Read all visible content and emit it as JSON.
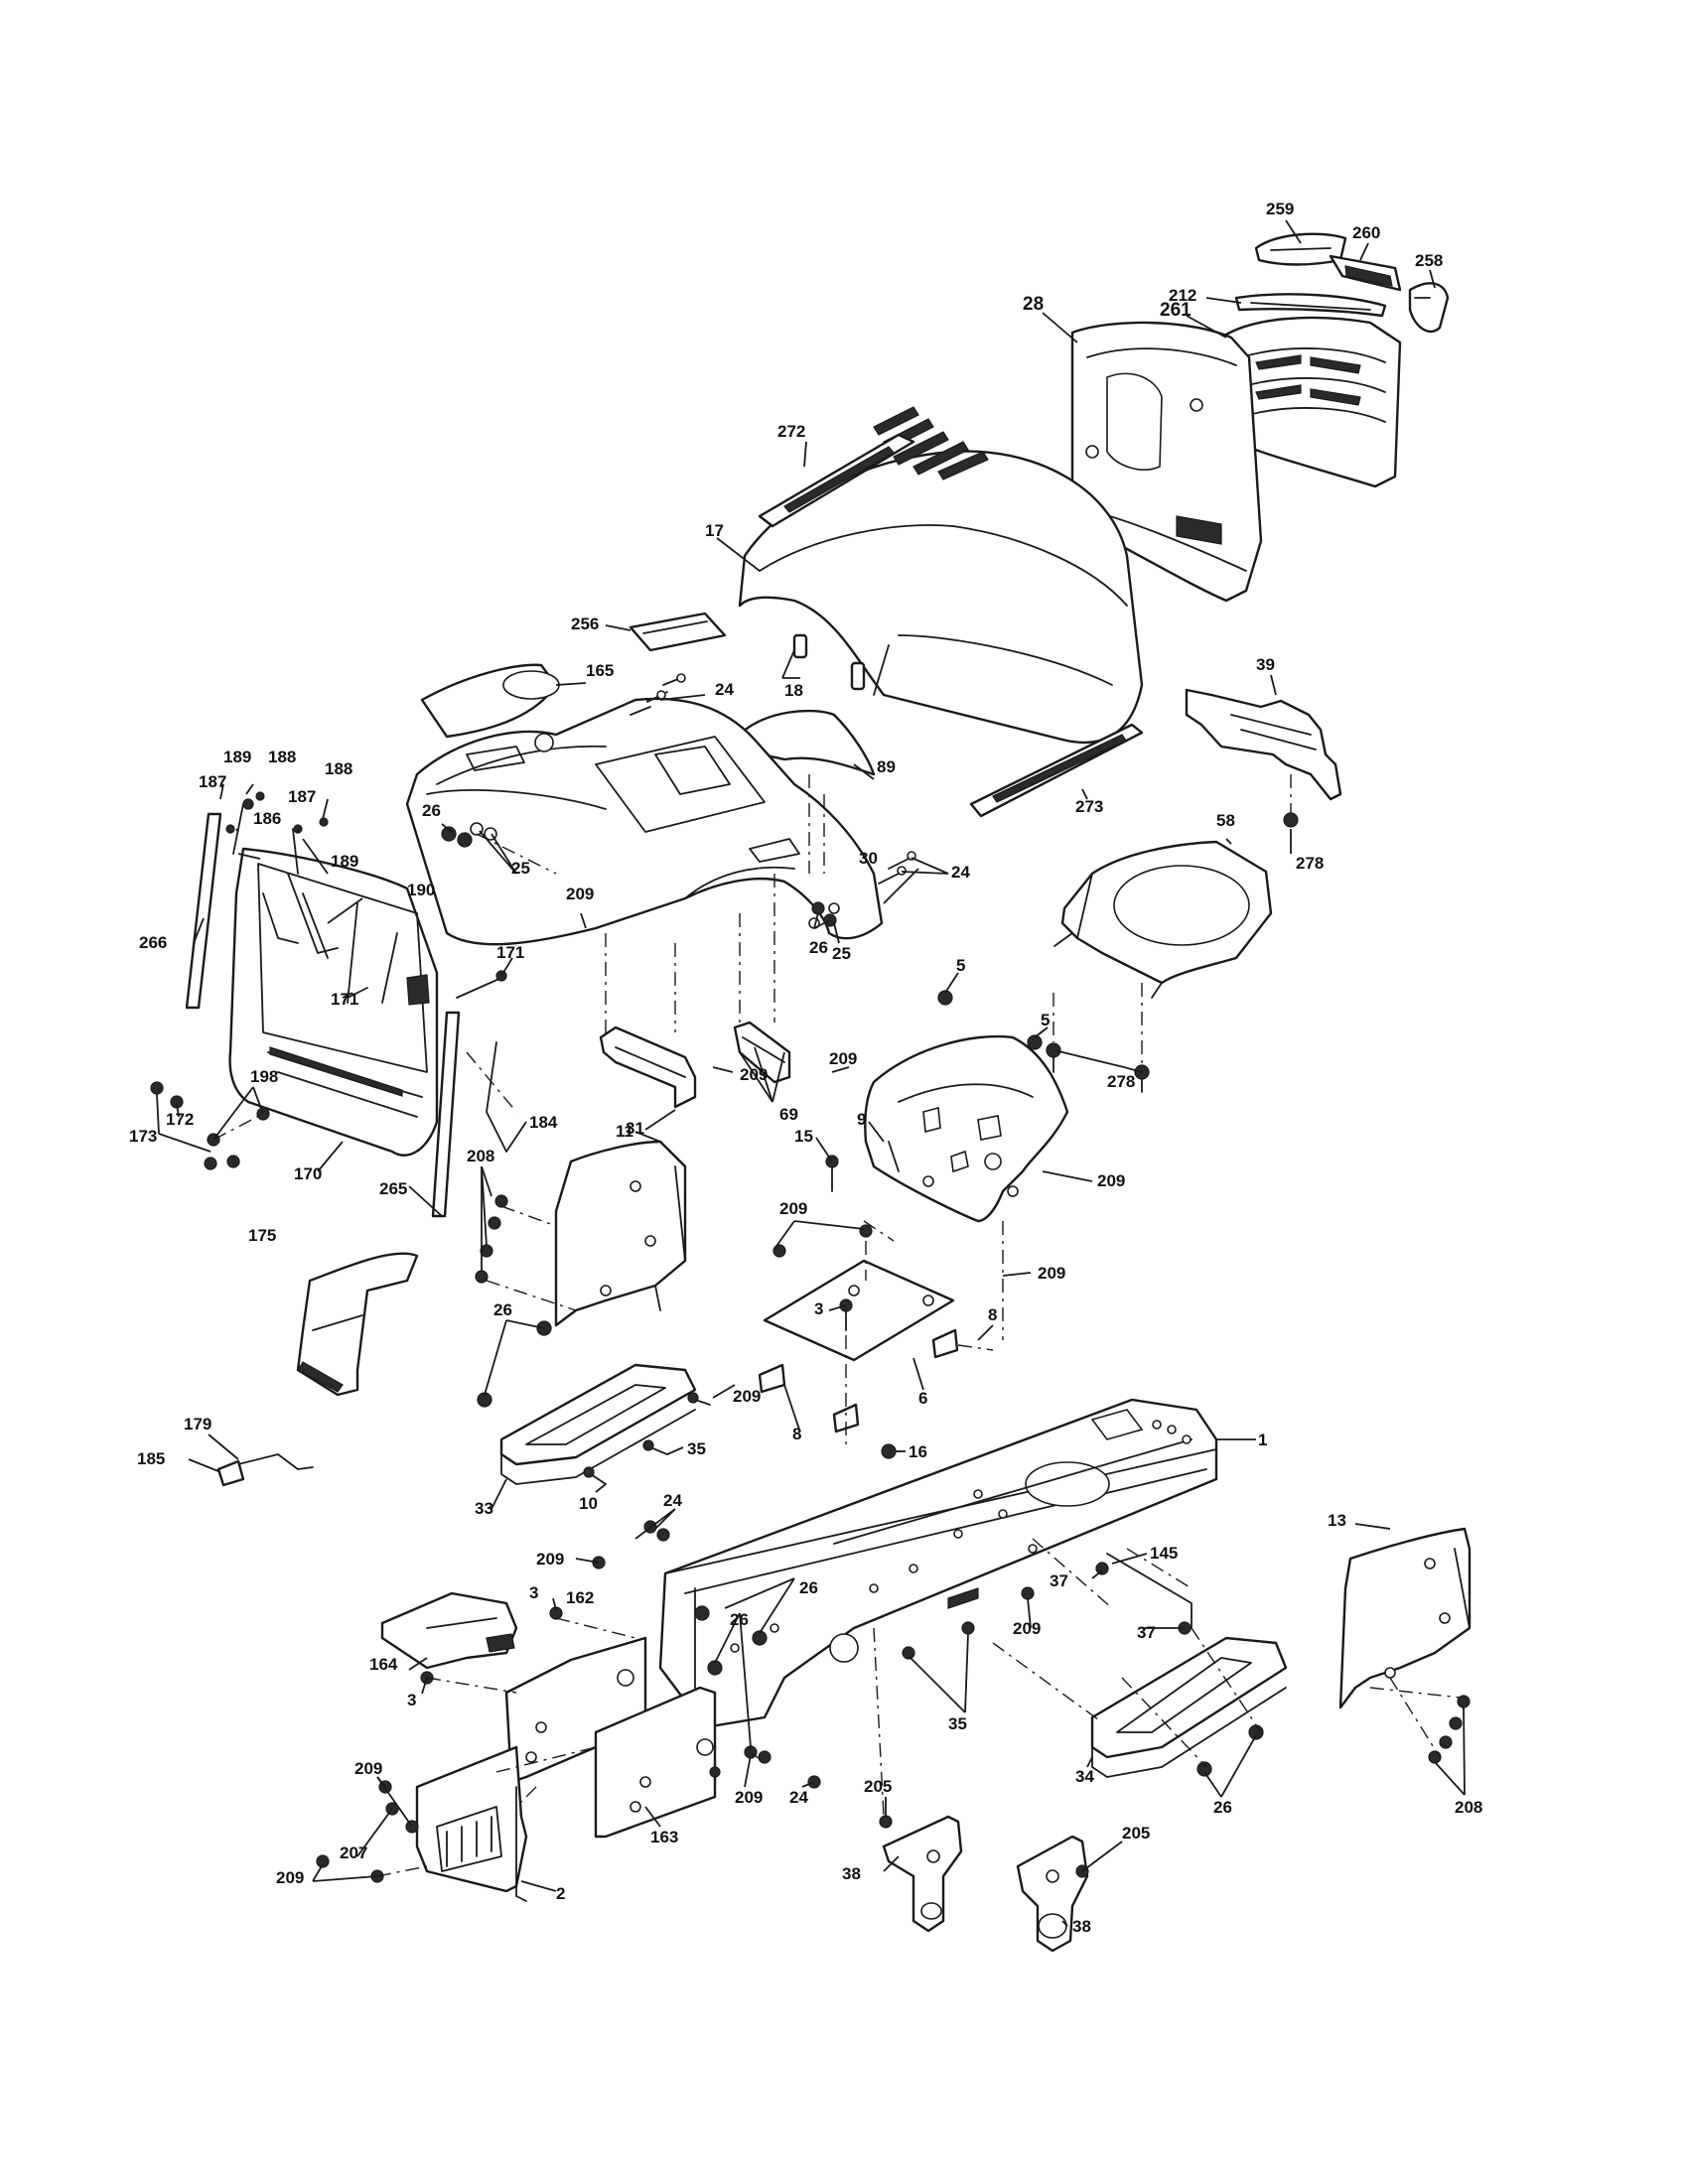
{
  "diagram": {
    "callouts": [
      {
        "id": "c259",
        "text": "259"
      },
      {
        "id": "c260",
        "text": "260"
      },
      {
        "id": "c258",
        "text": "258"
      },
      {
        "id": "c212",
        "text": "212"
      },
      {
        "id": "c28",
        "text": "28"
      },
      {
        "id": "c261",
        "text": "261"
      },
      {
        "id": "c272",
        "text": "272"
      },
      {
        "id": "c17",
        "text": "17"
      },
      {
        "id": "c256",
        "text": "256"
      },
      {
        "id": "c18",
        "text": "18"
      },
      {
        "id": "c165",
        "text": "165"
      },
      {
        "id": "c24a",
        "text": "24"
      },
      {
        "id": "c39",
        "text": "39"
      },
      {
        "id": "c89",
        "text": "89"
      },
      {
        "id": "c273",
        "text": "273"
      },
      {
        "id": "c278a",
        "text": "278"
      },
      {
        "id": "c58",
        "text": "58"
      },
      {
        "id": "c30",
        "text": "30"
      },
      {
        "id": "c24b",
        "text": "24"
      },
      {
        "id": "c26a",
        "text": "26"
      },
      {
        "id": "c25a",
        "text": "25"
      },
      {
        "id": "c189a",
        "text": "189"
      },
      {
        "id": "c188a",
        "text": "188"
      },
      {
        "id": "c188b",
        "text": "188"
      },
      {
        "id": "c187a",
        "text": "187"
      },
      {
        "id": "c187b",
        "text": "187"
      },
      {
        "id": "c186",
        "text": "186"
      },
      {
        "id": "c189b",
        "text": "189"
      },
      {
        "id": "c190",
        "text": "190"
      },
      {
        "id": "c266",
        "text": "266"
      },
      {
        "id": "c171a",
        "text": "171"
      },
      {
        "id": "c171b",
        "text": "171"
      },
      {
        "id": "c209a",
        "text": "209"
      },
      {
        "id": "c26b",
        "text": "26"
      },
      {
        "id": "c25b",
        "text": "25"
      },
      {
        "id": "c5a",
        "text": "5"
      },
      {
        "id": "c5b",
        "text": "5"
      },
      {
        "id": "c278b",
        "text": "278"
      },
      {
        "id": "c69",
        "text": "69"
      },
      {
        "id": "c209b",
        "text": "209"
      },
      {
        "id": "c31",
        "text": "31"
      },
      {
        "id": "c209c",
        "text": "209"
      },
      {
        "id": "c198",
        "text": "198"
      },
      {
        "id": "c172",
        "text": "172"
      },
      {
        "id": "c173",
        "text": "173"
      },
      {
        "id": "c170",
        "text": "170"
      },
      {
        "id": "c265",
        "text": "265"
      },
      {
        "id": "c184",
        "text": "184"
      },
      {
        "id": "c9",
        "text": "9"
      },
      {
        "id": "c11",
        "text": "11"
      },
      {
        "id": "c15",
        "text": "15"
      },
      {
        "id": "c209d",
        "text": "209"
      },
      {
        "id": "c208a",
        "text": "208"
      },
      {
        "id": "c209e",
        "text": "209"
      },
      {
        "id": "c175",
        "text": "175"
      },
      {
        "id": "c209f",
        "text": "209"
      },
      {
        "id": "c3a",
        "text": "3"
      },
      {
        "id": "c8a",
        "text": "8"
      },
      {
        "id": "c26c",
        "text": "26"
      },
      {
        "id": "c209g",
        "text": "209"
      },
      {
        "id": "c6",
        "text": "6"
      },
      {
        "id": "c8b",
        "text": "8"
      },
      {
        "id": "c179",
        "text": "179"
      },
      {
        "id": "c35a",
        "text": "35"
      },
      {
        "id": "c16",
        "text": "16"
      },
      {
        "id": "c1",
        "text": "1"
      },
      {
        "id": "c185",
        "text": "185"
      },
      {
        "id": "c33",
        "text": "33"
      },
      {
        "id": "c10",
        "text": "10"
      },
      {
        "id": "c24c",
        "text": "24"
      },
      {
        "id": "c13",
        "text": "13"
      },
      {
        "id": "c209h",
        "text": "209"
      },
      {
        "id": "c145",
        "text": "145"
      },
      {
        "id": "c26d",
        "text": "26"
      },
      {
        "id": "c37a",
        "text": "37"
      },
      {
        "id": "c3b",
        "text": "3"
      },
      {
        "id": "c162",
        "text": "162"
      },
      {
        "id": "c26e",
        "text": "26"
      },
      {
        "id": "c209i",
        "text": "209"
      },
      {
        "id": "c37b",
        "text": "37"
      },
      {
        "id": "c164",
        "text": "164"
      },
      {
        "id": "c3c",
        "text": "3"
      },
      {
        "id": "c35b",
        "text": "35"
      },
      {
        "id": "c34",
        "text": "34"
      },
      {
        "id": "c209j",
        "text": "209"
      },
      {
        "id": "c208b",
        "text": "208"
      },
      {
        "id": "c26f",
        "text": "26"
      },
      {
        "id": "c209k",
        "text": "209"
      },
      {
        "id": "c24d",
        "text": "24"
      },
      {
        "id": "c163",
        "text": "163"
      },
      {
        "id": "c205a",
        "text": "205"
      },
      {
        "id": "c207",
        "text": "207"
      },
      {
        "id": "c209l",
        "text": "209"
      },
      {
        "id": "c38a",
        "text": "38"
      },
      {
        "id": "c205b",
        "text": "205"
      },
      {
        "id": "c2",
        "text": "2"
      },
      {
        "id": "c38b",
        "text": "38"
      }
    ]
  }
}
